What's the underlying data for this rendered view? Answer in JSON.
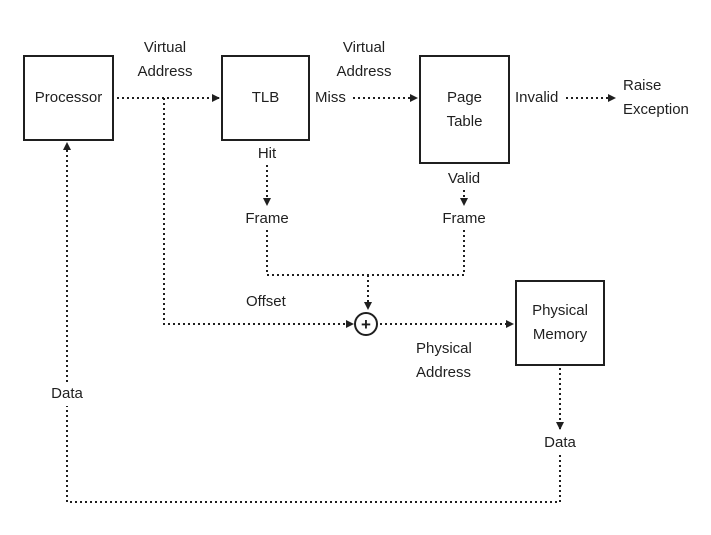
{
  "nodes": {
    "processor": {
      "label": "Processor"
    },
    "tlb": {
      "label": "TLB"
    },
    "page_table": {
      "line1": "Page",
      "line2": "Table"
    },
    "physical_memory": {
      "line1": "Physical",
      "line2": "Memory"
    }
  },
  "labels": {
    "virtual_address_1": {
      "line1": "Virtual",
      "line2": "Address"
    },
    "virtual_address_2": {
      "line1": "Virtual",
      "line2": "Address"
    },
    "miss": "Miss",
    "invalid": "Invalid",
    "raise_exception": {
      "line1": "Raise",
      "line2": "Exception"
    },
    "hit": "Hit",
    "valid": "Valid",
    "frame_tlb": "Frame",
    "frame_pt": "Frame",
    "offset": "Offset",
    "physical_address": {
      "line1": "Physical",
      "line2": "Address"
    },
    "data_left": "Data",
    "data_right": "Data"
  },
  "adder_symbol": "+",
  "colors": {
    "ink": "#1f1f1f",
    "background": "#ffffff"
  }
}
